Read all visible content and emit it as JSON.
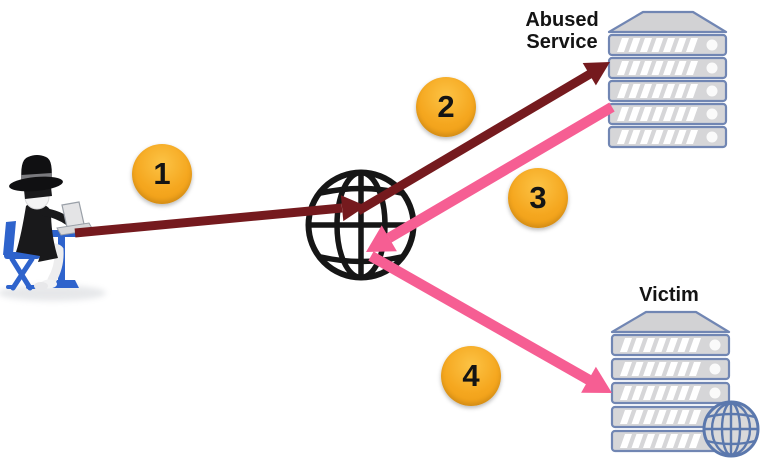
{
  "diagram": {
    "kind": "reflection-attack-flow",
    "labels": {
      "abused_line1": "Abused",
      "abused_line2": "Service",
      "victim": "Victim"
    },
    "steps": [
      {
        "number": "1"
      },
      {
        "number": "2"
      },
      {
        "number": "3"
      },
      {
        "number": "4"
      }
    ],
    "colors": {
      "request_arrow": "#751a1e",
      "response_arrow": "#f65e93",
      "badge_fill": "#f5a71f",
      "badge_number": "#141414",
      "server_outline": "#7186b3",
      "server_fill": "#d6d6d8",
      "globe_stroke": "#161616",
      "victim_globe": "#5b78ad",
      "attacker_furniture": "#2e63cc"
    }
  }
}
